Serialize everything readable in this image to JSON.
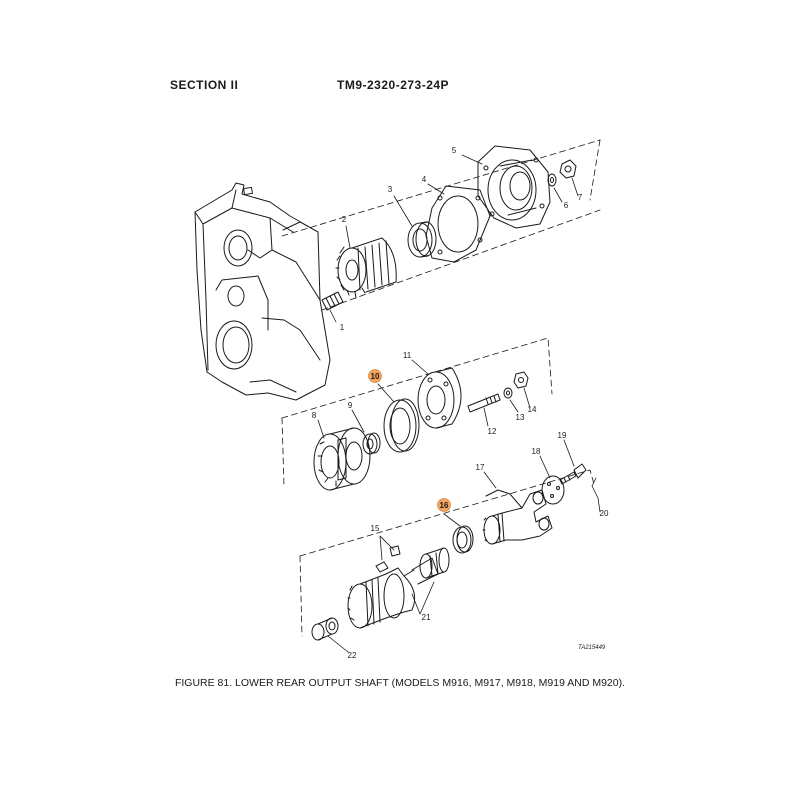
{
  "header": {
    "section": "SECTION  II",
    "manual": "TM9-2320-273-24P"
  },
  "caption": "FIGURE 81. LOWER REAR OUTPUT SHAFT (MODELS M916, M917, M918, M919 AND M920).",
  "drawing_ref": "TA215449",
  "highlight_color": "#f4a460",
  "callouts": [
    {
      "id": "c1",
      "label": "1",
      "highlighted": false
    },
    {
      "id": "c2",
      "label": "2",
      "highlighted": false
    },
    {
      "id": "c3",
      "label": "3",
      "highlighted": false
    },
    {
      "id": "c4",
      "label": "4",
      "highlighted": false
    },
    {
      "id": "c5",
      "label": "5",
      "highlighted": false
    },
    {
      "id": "c6",
      "label": "6",
      "highlighted": false
    },
    {
      "id": "c7",
      "label": "7",
      "highlighted": false
    },
    {
      "id": "c8",
      "label": "8",
      "highlighted": false
    },
    {
      "id": "c9",
      "label": "9",
      "highlighted": false
    },
    {
      "id": "c10",
      "label": "10",
      "highlighted": true
    },
    {
      "id": "c11",
      "label": "11",
      "highlighted": false
    },
    {
      "id": "c12",
      "label": "12",
      "highlighted": false
    },
    {
      "id": "c13",
      "label": "13",
      "highlighted": false
    },
    {
      "id": "c14",
      "label": "14",
      "highlighted": false
    },
    {
      "id": "c15",
      "label": "15",
      "highlighted": false
    },
    {
      "id": "c16",
      "label": "16",
      "highlighted": true
    },
    {
      "id": "c17",
      "label": "17",
      "highlighted": false
    },
    {
      "id": "c18",
      "label": "18",
      "highlighted": false
    },
    {
      "id": "c19",
      "label": "19",
      "highlighted": false
    },
    {
      "id": "c20",
      "label": "20",
      "highlighted": false
    },
    {
      "id": "c21",
      "label": "21",
      "highlighted": false
    },
    {
      "id": "c22",
      "label": "22",
      "highlighted": false
    }
  ]
}
